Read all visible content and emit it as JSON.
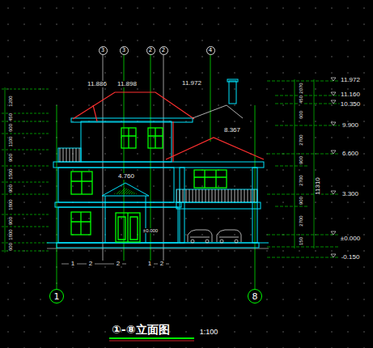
{
  "diagram": {
    "title": "①-⑧立面图",
    "nodes": [
      {
        "text": [
          "3"
        ]
      },
      {
        "text": [
          "3"
        ]
      },
      {
        "text": [
          "2"
        ]
      },
      {
        "text": [
          "2"
        ]
      },
      {
        "text": [
          "4"
        ]
      },
      {
        "text": [
          "1"
        ]
      },
      {
        "text": [
          "8"
        ]
      }
    ],
    "labels": [
      "1:100",
      "11.886",
      "11.898",
      "11.972",
      "8.367",
      "4.760",
      "±0.000",
      "11.972",
      "11.160",
      "10.350",
      "9.900",
      "6.600",
      "3.300",
      "±0.000",
      "-0.150",
      "2070",
      "450",
      "600",
      "2700",
      "900",
      "2700",
      "900",
      "2700",
      "150",
      "11310",
      "1200",
      "450",
      "600",
      "1100",
      "900",
      "1500",
      "900",
      "1800",
      "900",
      "1800",
      "600",
      "1",
      "2",
      "2",
      "1",
      "2"
    ]
  }
}
